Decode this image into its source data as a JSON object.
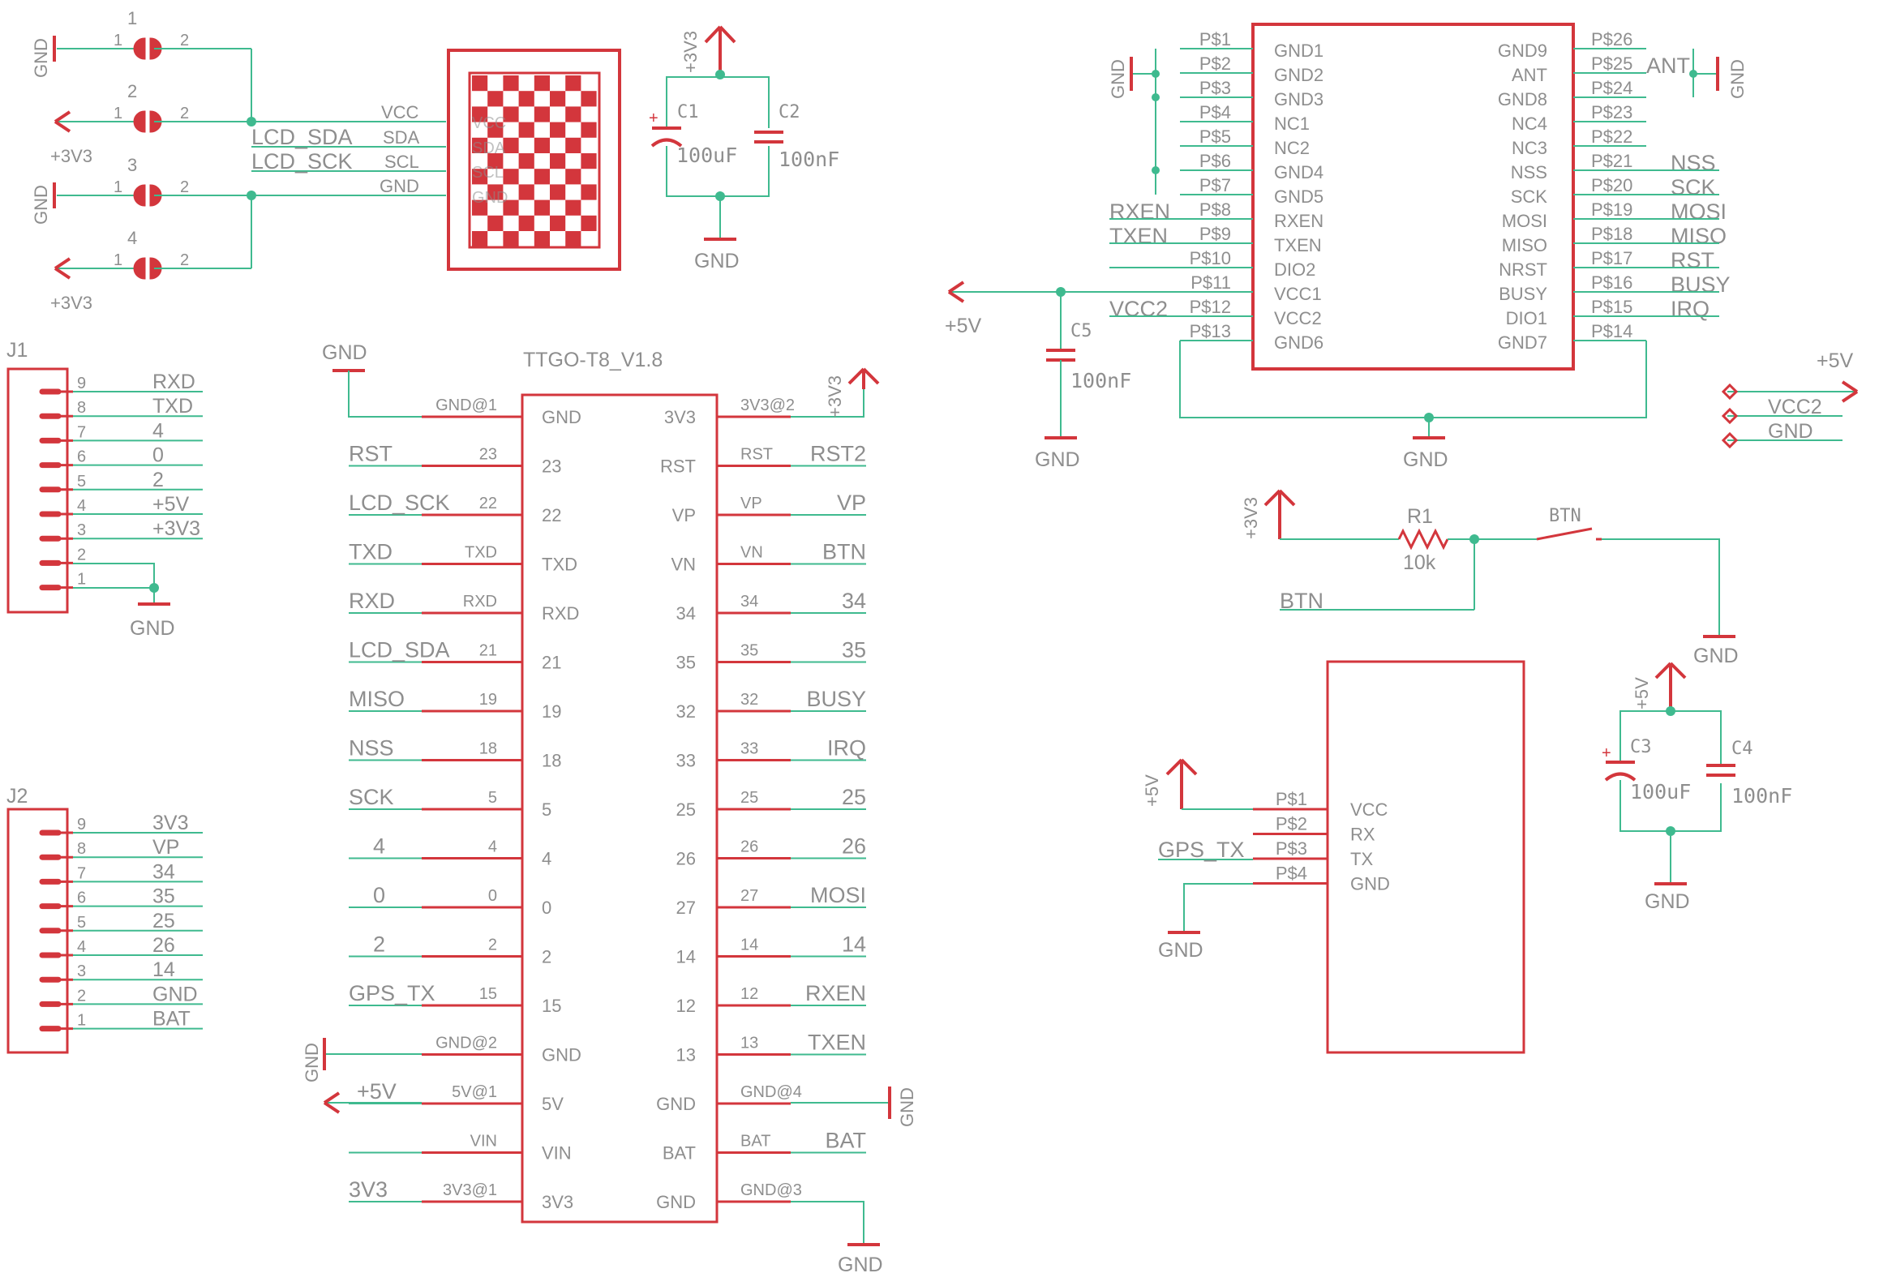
{
  "title": "Schematic",
  "lcd_buttons": {
    "btn1": {
      "name": "1",
      "pin1": "1",
      "pin2": "2",
      "left": "GND"
    },
    "btn2": {
      "name": "2",
      "pin1": "1",
      "pin2": "2",
      "left": "+3V3"
    },
    "btn3": {
      "name": "3",
      "pin1": "1",
      "pin2": "2",
      "left": "GND"
    },
    "btn4": {
      "name": "4",
      "pin1": "1",
      "pin2": "2",
      "left": "+3V3"
    }
  },
  "lcd": {
    "vcc": "VCC",
    "sda": "SDA",
    "scl": "SCL",
    "gnd": "GND",
    "net_sda": "LCD_SDA",
    "net_sck": "LCD_SCK"
  },
  "cap_top": {
    "supply": "+3V3",
    "c1": "C1",
    "c1_val": "100uF",
    "c2": "C2",
    "c2_val": "100nF",
    "gnd": "GND"
  },
  "lora": {
    "left_pins": [
      "P$1",
      "P$2",
      "P$3",
      "P$4",
      "P$5",
      "P$6",
      "P$7",
      "P$8",
      "P$9",
      "P$10",
      "P$11",
      "P$12",
      "P$13"
    ],
    "left_names": [
      "GND1",
      "GND2",
      "GND3",
      "NC1",
      "NC2",
      "GND4",
      "GND5",
      "RXEN",
      "TXEN",
      "DIO2",
      "VCC1",
      "VCC2",
      "GND6"
    ],
    "right_pins": [
      "P$26",
      "P$25",
      "P$24",
      "P$23",
      "P$22",
      "P$21",
      "P$20",
      "P$19",
      "P$18",
      "P$17",
      "P$16",
      "P$15",
      "P$14"
    ],
    "right_names": [
      "GND9",
      "ANT",
      "GND8",
      "NC4",
      "NC3",
      "NSS",
      "SCK",
      "MOSI",
      "MISO",
      "NRST",
      "BUSY",
      "DIO1",
      "GND7"
    ],
    "left_nets": {
      "rxen": "RXEN",
      "txen": "TXEN",
      "vcc2": "VCC2"
    },
    "right_nets": {
      "ant": "ANT",
      "nss": "NSS",
      "sck": "SCK",
      "mosi": "MOSI",
      "miso": "MISO",
      "rst": "RST",
      "busy": "BUSY",
      "irq": "IRQ"
    },
    "gnd_left": "GND",
    "gnd_right": "GND",
    "gnd_bottom": "GND",
    "supply": "+5V",
    "c5": "C5",
    "c5_val": "100nF",
    "c5_gnd": "GND"
  },
  "power_frame": {
    "supply": "+5V",
    "vcc2": "VCC2",
    "gnd": "GND"
  },
  "button_circuit": {
    "supply": "+3V3",
    "r1": "R1",
    "r1_val": "10k",
    "btn": "BTN",
    "net": "BTN",
    "gnd": "GND"
  },
  "j1": {
    "name": "J1",
    "pins": [
      "9",
      "8",
      "7",
      "6",
      "5",
      "4",
      "3",
      "2",
      "1"
    ],
    "nets": [
      "RXD",
      "TXD",
      "4",
      "0",
      "2",
      "+5V",
      "+3V3"
    ],
    "gnd": "GND"
  },
  "j2": {
    "name": "J2",
    "pins": [
      "9",
      "8",
      "7",
      "6",
      "5",
      "4",
      "3",
      "2",
      "1"
    ],
    "nets": [
      "3V3",
      "VP",
      "34",
      "35",
      "25",
      "26",
      "14",
      "GND",
      "BAT"
    ]
  },
  "ttgo": {
    "title": "TTGO-T8_V1.8",
    "left_names": [
      "GND",
      "23",
      "22",
      "TXD",
      "RXD",
      "21",
      "19",
      "18",
      "5",
      "4",
      "0",
      "2",
      "15",
      "GND",
      "5V",
      "VIN",
      "3V3"
    ],
    "left_pins": [
      "GND@1",
      "23",
      "22",
      "TXD",
      "RXD",
      "21",
      "19",
      "18",
      "5",
      "4",
      "0",
      "2",
      "15",
      "GND@2",
      "5V@1",
      "VIN",
      "3V3@1"
    ],
    "left_nets": [
      "",
      "RST",
      "LCD_SCK",
      "TXD",
      "RXD",
      "LCD_SDA",
      "MISO",
      "NSS",
      "SCK",
      "4",
      "0",
      "2",
      "GPS_TX",
      "",
      "+5V",
      "",
      "3V3"
    ],
    "right_names": [
      "3V3",
      "RST",
      "VP",
      "VN",
      "34",
      "35",
      "32",
      "33",
      "25",
      "26",
      "27",
      "14",
      "12",
      "13",
      "GND",
      "BAT",
      "GND"
    ],
    "right_pins": [
      "3V3@2",
      "RST",
      "VP",
      "VN",
      "34",
      "35",
      "32",
      "33",
      "25",
      "26",
      "27",
      "14",
      "12",
      "13",
      "GND@4",
      "BAT",
      "GND@3"
    ],
    "right_nets": [
      "",
      "RST2",
      "VP",
      "BTN",
      "34",
      "35",
      "BUSY",
      "IRQ",
      "25",
      "26",
      "MOSI",
      "14",
      "RXEN",
      "TXEN",
      "",
      "BAT",
      ""
    ],
    "gnd_top": "GND",
    "supply_top": "+3V3",
    "gnd_left": "GND",
    "gnd_right": "GND",
    "gnd_bottom": "GND"
  },
  "gps": {
    "pins": [
      "P$1",
      "P$2",
      "P$3",
      "P$4"
    ],
    "names": [
      "VCC",
      "RX",
      "TX",
      "GND"
    ],
    "supply": "+5V",
    "net_tx": "GPS_TX",
    "gnd": "GND"
  },
  "cap_bottom": {
    "supply": "+5V",
    "c3": "C3",
    "c3_val": "100uF",
    "c4": "C4",
    "c4_val": "100nF",
    "gnd": "GND"
  }
}
